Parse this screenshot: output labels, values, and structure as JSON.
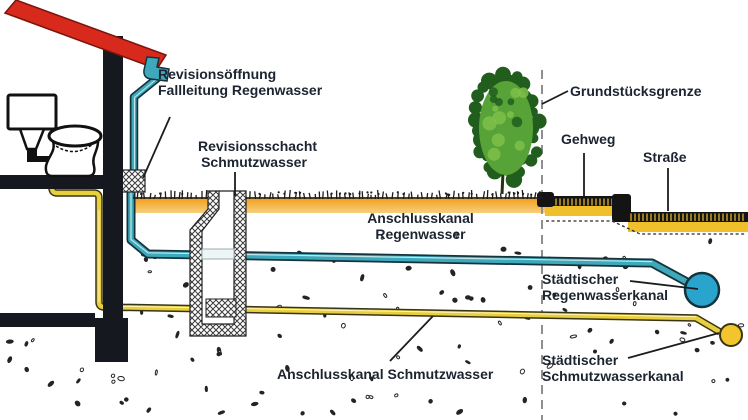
{
  "diagram_subject": "Grundstücksentwässerung (house drainage connection scheme)",
  "labels": {
    "revision_opening": {
      "line1": "Revisionsöffnung",
      "line2": "Fallleitung Regenwasser"
    },
    "inspection_shaft": {
      "line1": "Revisionsschacht",
      "line2": "Schmutzwasser"
    },
    "property_boundary": "Grundstücksgrenze",
    "sidewalk": "Gehweg",
    "street": "Straße",
    "rain_connection": {
      "line1": "Anschlusskanal",
      "line2": "Regenwasser"
    },
    "municipal_rain": {
      "line1": "Städtischer",
      "line2": "Regenwasserkanal"
    },
    "sewage_connection": "Anschlusskanal Schmutzwasser",
    "municipal_sewage": {
      "line1": "Städtischer",
      "line2": "Schmutzwasserkanal"
    }
  },
  "colors": {
    "roof_red": "#d7291c",
    "rainwater_teal": "#3fa9bc",
    "rainwater_dark": "#14333d",
    "rainwater_light": "#bfe6ea",
    "sewage_yellow": "#e8cf3e",
    "sewage_dark": "#3a3413",
    "sewage_light": "#fdf6bf",
    "municipal_rain_blue": "#29a5cd",
    "municipal_sewage_yellow": "#f2c52f",
    "ground_orange": "#f29b13",
    "ground_orange_light": "#f7cf7e",
    "road_bed_yellow": "#f0c02c",
    "surface_black": "#141414",
    "tree_green": "#57a337",
    "tree_dark_green": "#215e1e",
    "tree_light_green": "#7fc04a",
    "structure_dark": "#16181f",
    "speckle": "#242424",
    "label_text": "#1b2430"
  }
}
